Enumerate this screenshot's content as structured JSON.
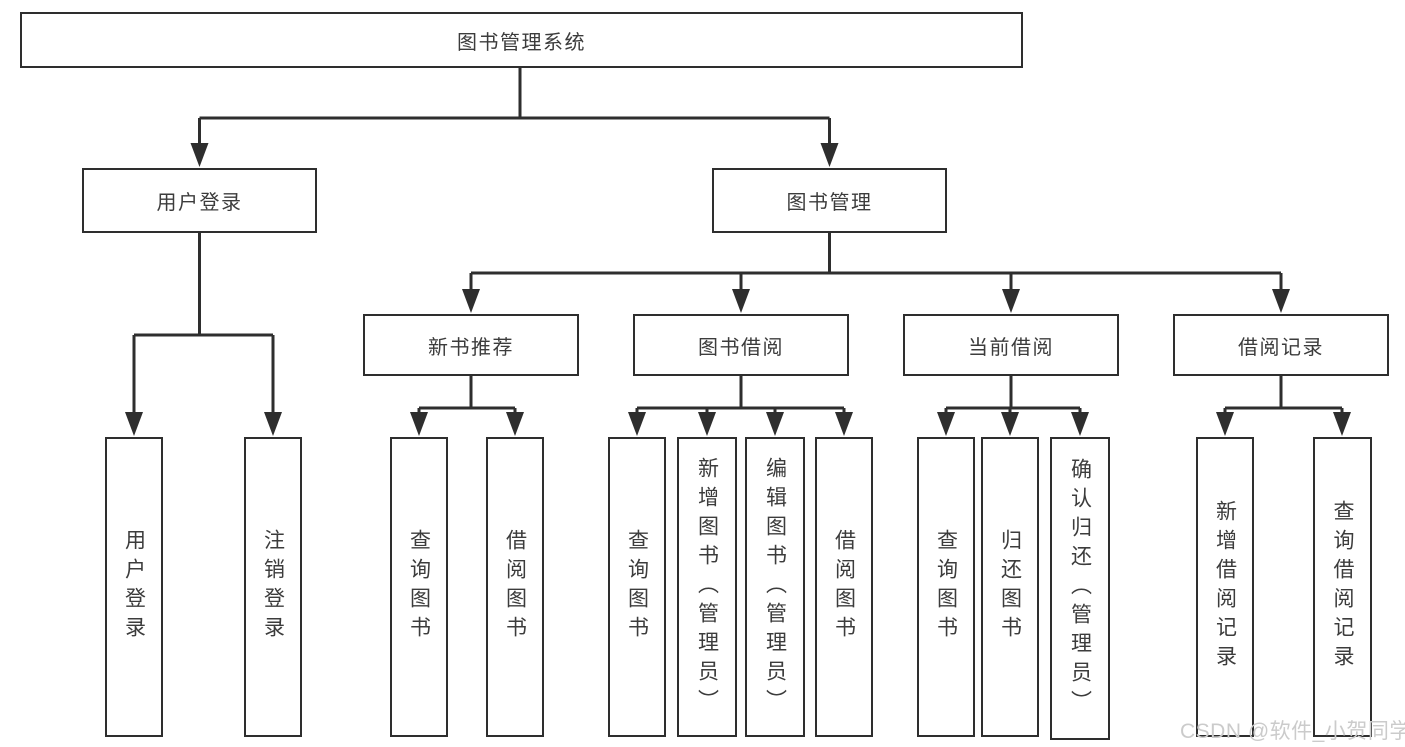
{
  "diagram": {
    "title_node": "图书管理系统",
    "level2": {
      "user_login": "用户登录",
      "book_management": "图书管理"
    },
    "level3": {
      "new_book_recommend": "新书推荐",
      "book_borrowing": "图书借阅",
      "current_borrowing": "当前借阅",
      "borrowing_records": "借阅记录"
    },
    "leaves": {
      "user_login": [
        "用户登录",
        "注销登录"
      ],
      "new_books": [
        "查询图书",
        "借阅图书"
      ],
      "book_borrow": [
        "查询图书",
        "新增图书（管理员）",
        "编辑图书（管理员）",
        "借阅图书"
      ],
      "current_borrow": [
        "查询图书",
        "归还图书",
        "确认归还（管理员）"
      ],
      "borrow_records": [
        "新增借阅记录",
        "查询借阅记录"
      ]
    },
    "colors": {
      "line": "#2e2e2e",
      "text": "#3c3c3c",
      "background": "#ffffff",
      "watermark": "#cbcbcb"
    },
    "watermark": "CSDN @软件_小贺同学"
  }
}
